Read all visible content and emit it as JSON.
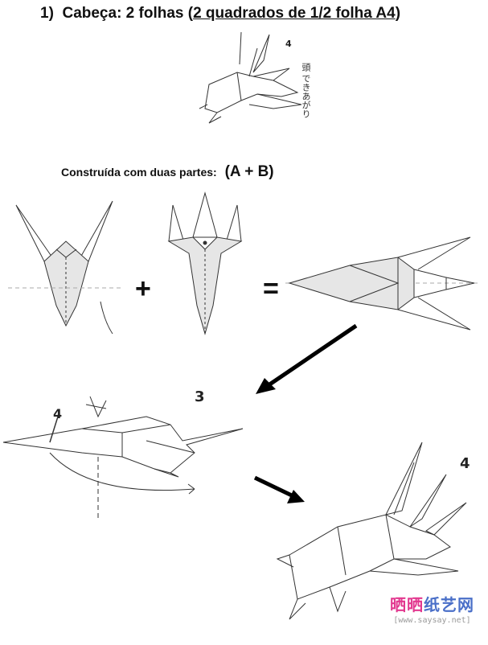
{
  "title": {
    "number": "1)",
    "text": "Cabeça: 2 folhas (",
    "underlined": "2 quadrados de 1/2 folha A4",
    "close": ")"
  },
  "subtitle": {
    "text": "Construída com duas partes:",
    "parts": "(A + B)"
  },
  "operators": {
    "plus": "+",
    "equals": "="
  },
  "steps": {
    "small_head": "4",
    "step3": "3",
    "step4": "4",
    "fold_marker": "4"
  },
  "japanese_caption": "頭 できあがり",
  "watermark": {
    "cn_pink": "晒晒",
    "cn_blue": "纸艺网",
    "url": "[www.saysay.net]"
  }
}
